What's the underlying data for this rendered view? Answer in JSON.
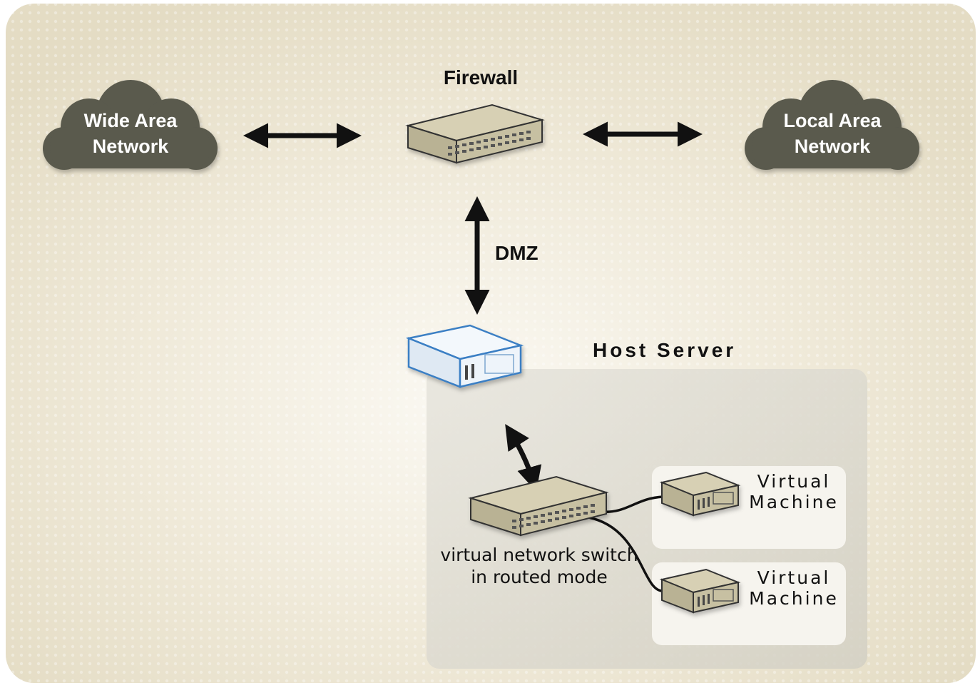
{
  "diagram": {
    "firewall_label": "Firewall",
    "dmz_label": "DMZ",
    "host_server_label": "Host Server",
    "wan_cloud": {
      "line1": "Wide Area",
      "line2": "Network"
    },
    "lan_cloud": {
      "line1": "Local Area",
      "line2": "Network"
    },
    "switch_caption": {
      "line1": "virtual network switch",
      "line2": "in routed mode"
    },
    "virtual_machines": [
      {
        "line1": "Virtual",
        "line2": "Machine"
      },
      {
        "line1": "Virtual",
        "line2": "Machine"
      }
    ]
  },
  "colors": {
    "background": "#ece6d2",
    "cloud": "#5a5a4e",
    "device_body": "#c9c2a6",
    "host_panel": "#d8d6cc",
    "vm_box": "#f4f2ec",
    "server": "#eef5fb",
    "server_outline": "#3b7fc4",
    "arrow": "#111111"
  }
}
